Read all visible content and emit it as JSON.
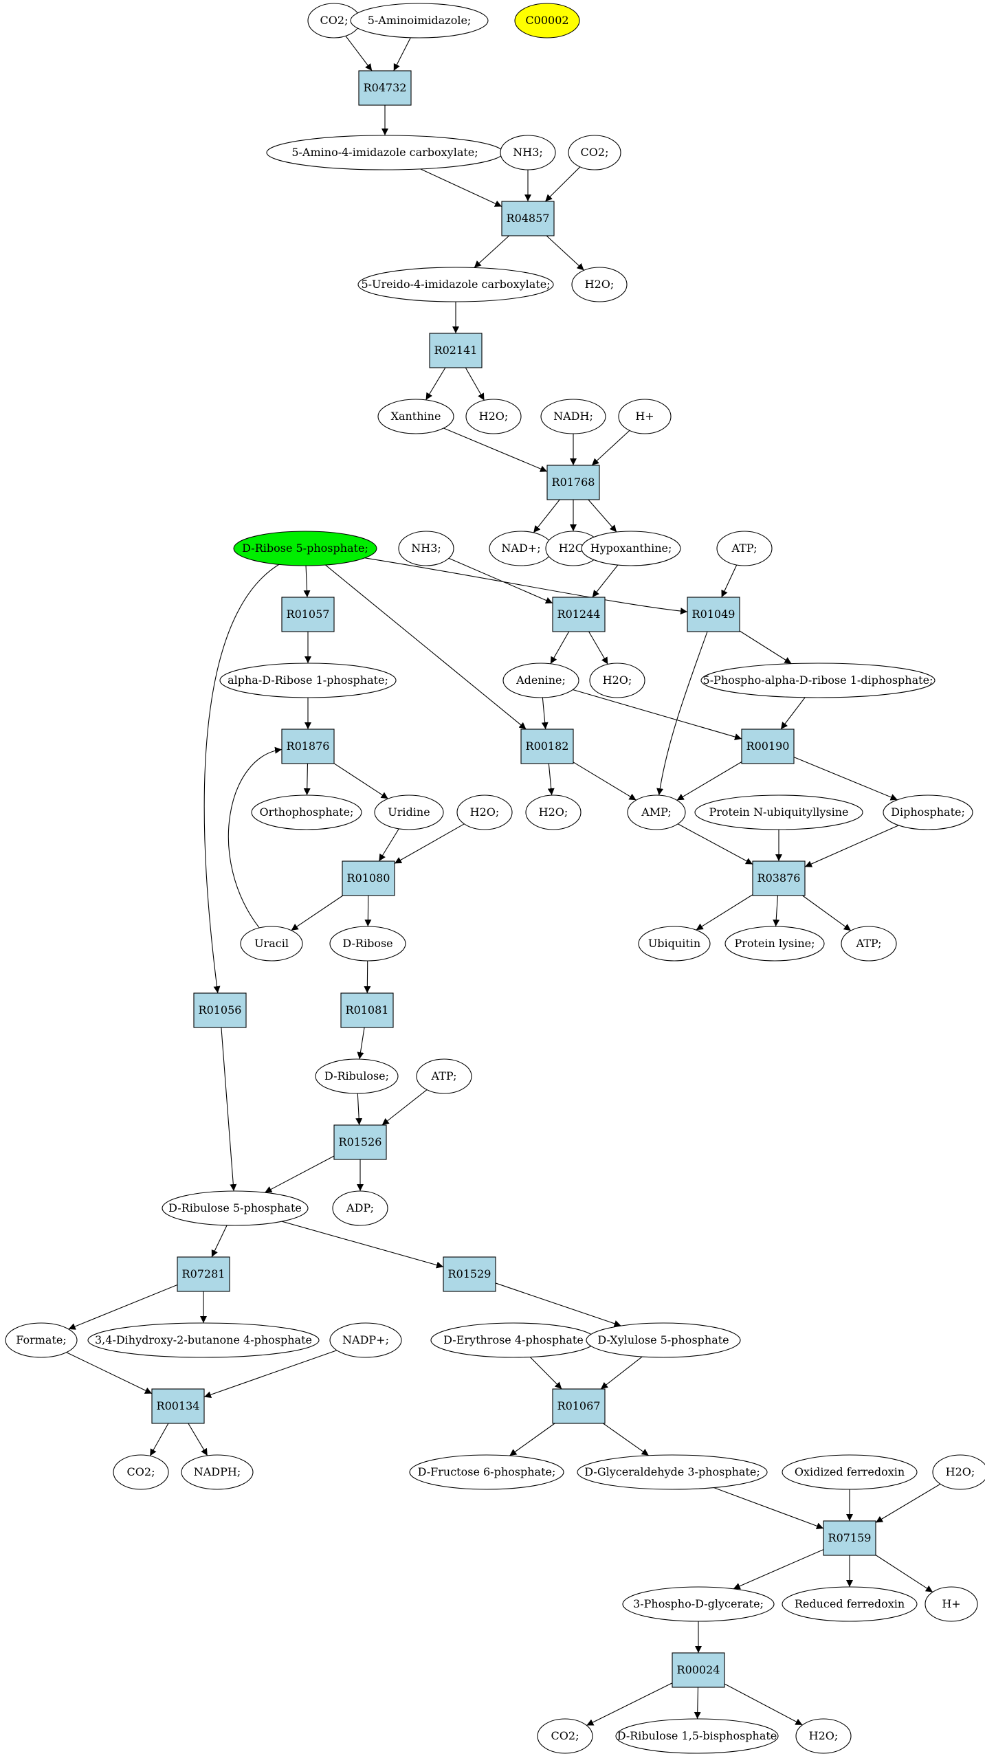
{
  "colors": {
    "reaction_fill": "#add8e6",
    "compound_fill": "#ffffff",
    "start_fill": "#00ee00",
    "highlight_fill": "#ffff00",
    "stroke": "#000000"
  },
  "nodes": {
    "c_co2_1": "CO2;",
    "c_5aminoimidazole": "5-Aminoimidazole;",
    "c_c00002": "C00002",
    "r_r04732": "R04732",
    "c_5amino4imid": "5-Amino-4-imidazole carboxylate;",
    "c_nh3_1": "NH3;",
    "c_co2_2": "CO2;",
    "r_r04857": "R04857",
    "c_5ureido": "5-Ureido-4-imidazole carboxylate;",
    "c_h2o_1": "H2O;",
    "r_r02141": "R02141",
    "c_xanthine": "Xanthine",
    "c_h2o_2": "H2O;",
    "c_nadh": "NADH;",
    "c_hplus_1": "H+",
    "r_r01768": "R01768",
    "c_nadplus": "NAD+;",
    "c_h2o_3": "H2O;",
    "c_hypoxanthine": "Hypoxanthine;",
    "c_dribose5p": "D-Ribose 5-phosphate;",
    "c_nh3_2": "NH3;",
    "c_atp_1": "ATP;",
    "r_r01057": "R01057",
    "r_r01244": "R01244",
    "r_r01049": "R01049",
    "c_alphadribose1p": "alpha-D-Ribose 1-phosphate;",
    "c_adenine": "Adenine;",
    "c_h2o_4": "H2O;",
    "c_prpp": "5-Phospho-alpha-D-ribose 1-diphosphate;",
    "r_r01876": "R01876",
    "r_r00182": "R00182",
    "r_r00190": "R00190",
    "c_orthophosphate": "Orthophosphate;",
    "c_uridine": "Uridine",
    "c_h2o_5": "H2O;",
    "c_h2o_6": "H2O;",
    "c_amp": "AMP;",
    "c_proteinnubiq": "Protein N-ubiquityllysine",
    "c_diphosphate": "Diphosphate;",
    "r_r01080": "R01080",
    "r_r03876": "R03876",
    "c_uracil": "Uracil",
    "c_dribose": "D-Ribose",
    "c_ubiquitin": "Ubiquitin",
    "c_proteinlysine": "Protein lysine;",
    "c_atp_2": "ATP;",
    "r_r01056": "R01056",
    "r_r01081": "R01081",
    "c_dribulose": "D-Ribulose;",
    "c_atp_3": "ATP;",
    "r_r01526": "R01526",
    "c_dribulose5p": "D-Ribulose 5-phosphate",
    "c_adp": "ADP;",
    "r_r07281": "R07281",
    "r_r01529": "R01529",
    "c_formate": "Formate;",
    "c_dhbp": "3,4-Dihydroxy-2-butanone 4-phosphate",
    "c_nadpplus": "NADP+;",
    "c_derythrose4p": "D-Erythrose 4-phosphate",
    "c_dxylulose5p": "D-Xylulose 5-phosphate",
    "r_r00134": "R00134",
    "r_r01067": "R01067",
    "c_co2_3": "CO2;",
    "c_nadph": "NADPH;",
    "c_dfructose6p": "D-Fructose 6-phosphate;",
    "c_dglyceraldehyde3p": "D-Glyceraldehyde 3-phosphate;",
    "c_oxferredoxin": "Oxidized ferredoxin",
    "c_h2o_7": "H2O;",
    "r_r07159": "R07159",
    "c_3phosphodglycerate": "3-Phospho-D-glycerate;",
    "c_redferredoxin": "Reduced ferredoxin",
    "c_hplus_2": "H+",
    "r_r00024": "R00024",
    "c_co2_4": "CO2;",
    "c_dribulose15bp": "D-Ribulose 1,5-bisphosphate",
    "c_h2o_8": "H2O;"
  }
}
